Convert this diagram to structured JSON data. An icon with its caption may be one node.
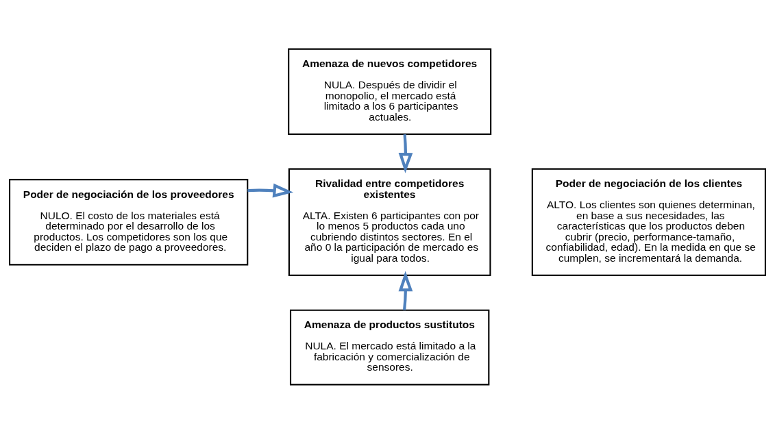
{
  "diagram": {
    "nodes": [
      {
        "text": [
          "Amenaza de nuevos competidores",
          "NULA. Después de dividir el monopolio, el mercado está limitado a los 6 participantes actuales."
        ]
      },
      {
        "text": [
          "Poder de negociación de los proveedores",
          "NULO. El costo de los materiales está determinado por el desarrollo de los productos. Los competidores son los que deciden el plazo de pago a proveedores."
        ]
      },
      {
        "text": [
          "Rivalidad entre competidores existentes",
          "ALTA. Existen 6 participantes con por lo menos 5 productos cada uno cubriendo distintos sectores. En el año 0 la participación de mercado es igual para todos."
        ]
      },
      {
        "text": [
          "Poder de negociación de los clientes",
          "ALTO. Los clientes son quienes determinan, en base a sus necesidades, las características que los productos deben cubrir (precio, performance-tamaño, confiabilidad, edad). En la medida en que se cumplen, se incrementará la demanda."
        ]
      },
      {
        "text": [
          "Amenaza de productos sustitutos",
          "NULA. El mercado está limitado a la fabricación y comercialización de sensores."
        ]
      }
    ],
    "edges": [
      {
        "from": 0,
        "to": 2,
        "arrow": "to"
      },
      {
        "from": 1,
        "to": 2,
        "arrow": "to"
      },
      {
        "from": 4,
        "to": 2,
        "arrow": "to"
      }
    ]
  }
}
